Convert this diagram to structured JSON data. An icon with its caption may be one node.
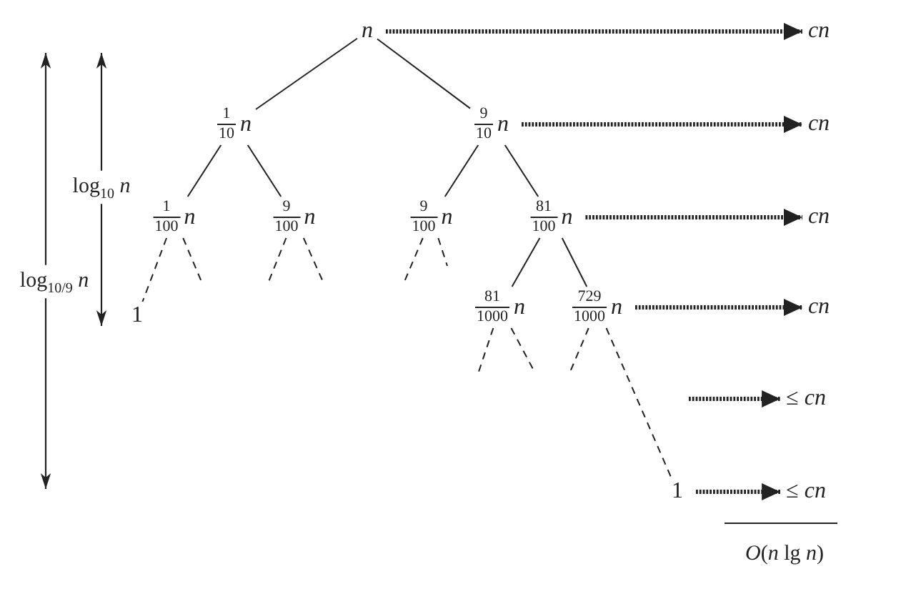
{
  "diagram": {
    "nodes": [
      {
        "text": [
          "n"
        ]
      },
      {
        "text": [
          "1",
          "10",
          "n"
        ]
      },
      {
        "text": [
          "9",
          "10",
          "n"
        ]
      },
      {
        "text": [
          "1",
          "100",
          "n"
        ]
      },
      {
        "text": [
          "9",
          "100",
          "n"
        ]
      },
      {
        "text": [
          "9",
          "100",
          "n"
        ]
      },
      {
        "text": [
          "81",
          "100",
          "n"
        ]
      },
      {
        "text": [
          "1"
        ]
      },
      {
        "text": [
          "81",
          "1000",
          "n"
        ]
      },
      {
        "text": [
          "729",
          "1000",
          "n"
        ]
      },
      {
        "text": [
          "1"
        ]
      },
      {
        "text": [
          "cn"
        ]
      },
      {
        "text": [
          "cn"
        ]
      },
      {
        "text": [
          "cn"
        ]
      },
      {
        "text": [
          "cn"
        ]
      },
      {
        "text": [
          "≤ *cn*"
        ]
      },
      {
        "text": [
          "≤ *cn*"
        ]
      }
    ],
    "edges": [
      {
        "from": 0,
        "to": 1,
        "arrow": "none"
      },
      {
        "from": 0,
        "to": 2,
        "arrow": "none"
      },
      {
        "from": 1,
        "to": 3,
        "arrow": "none"
      },
      {
        "from": 1,
        "to": 4,
        "arrow": "none"
      },
      {
        "from": 2,
        "to": 5,
        "arrow": "none"
      },
      {
        "from": 2,
        "to": 6,
        "arrow": "none"
      },
      {
        "from": 3,
        "to": 7,
        "arrow": "none",
        "style": "dashed"
      },
      {
        "from": 3,
        "to": null,
        "arrow": "none",
        "style": "dashed"
      },
      {
        "from": 4,
        "to": null,
        "arrow": "none",
        "style": "dashed"
      },
      {
        "from": 4,
        "to": null,
        "arrow": "none",
        "style": "dashed"
      },
      {
        "from": 5,
        "to": null,
        "arrow": "none",
        "style": "dashed"
      },
      {
        "from": 5,
        "to": null,
        "arrow": "none",
        "style": "dashed"
      },
      {
        "from": 6,
        "to": 8,
        "arrow": "none"
      },
      {
        "from": 6,
        "to": 9,
        "arrow": "none"
      },
      {
        "from": 8,
        "to": null,
        "arrow": "none",
        "style": "dashed"
      },
      {
        "from": 8,
        "to": null,
        "arrow": "none",
        "style": "dashed"
      },
      {
        "from": 9,
        "to": null,
        "arrow": "none",
        "style": "dashed"
      },
      {
        "from": 9,
        "to": 10,
        "arrow": "none",
        "style": "dashed"
      },
      {
        "from": 0,
        "to": 11,
        "arrow": "to",
        "style": "dashed"
      },
      {
        "from": 2,
        "to": 12,
        "arrow": "to",
        "style": "dashed"
      },
      {
        "from": 6,
        "to": 13,
        "arrow": "to",
        "style": "dashed"
      },
      {
        "from": 9,
        "to": 14,
        "arrow": "to",
        "style": "dashed"
      },
      {
        "from": null,
        "to": 15,
        "arrow": "to",
        "style": "dashed"
      },
      {
        "from": 10,
        "to": 16,
        "arrow": "to",
        "style": "dashed"
      }
    ],
    "labels": [
      "log$_{10}$ *n*",
      "log$_{10/9}$ *n*",
      "*O*(*n* lg *n*)"
    ]
  }
}
